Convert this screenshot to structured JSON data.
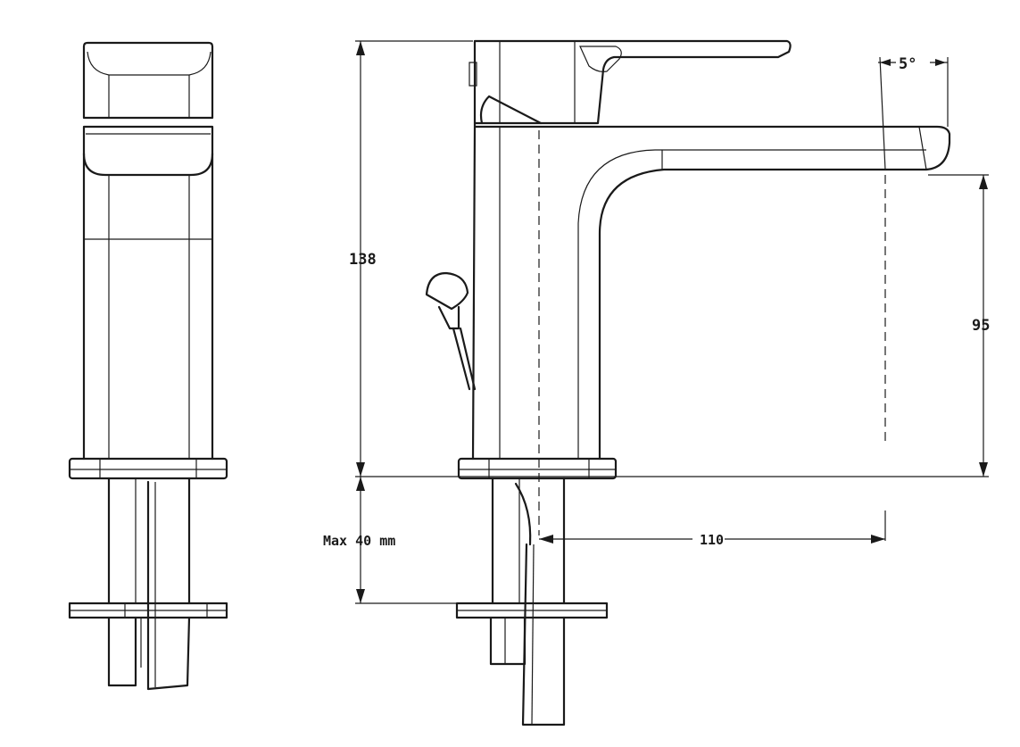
{
  "dimensions": {
    "total_height": "138",
    "spout_height": "95",
    "spout_reach": "110",
    "spout_angle": "5°",
    "max_deck_thickness": "Max 40 mm"
  },
  "colors": {
    "line": "#1a1a1a",
    "background": "#ffffff"
  }
}
